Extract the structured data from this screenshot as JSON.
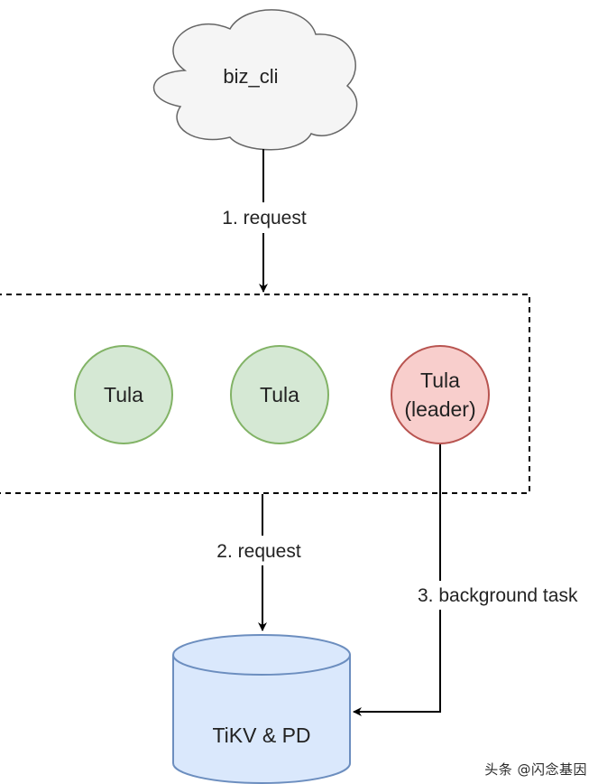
{
  "nodes": {
    "client": {
      "label": "biz_cli"
    },
    "tula_1": {
      "label": "Tula"
    },
    "tula_2": {
      "label": "Tula"
    },
    "tula_leader": {
      "line1": "Tula",
      "line2": "(leader)"
    },
    "storage": {
      "label": "TiKV & PD"
    }
  },
  "edges": {
    "request_1": {
      "label": "1. request"
    },
    "request_2": {
      "label": "2. request"
    },
    "background_task": {
      "label": "3. background task"
    }
  },
  "watermark": {
    "text": "头条 @闪念基因"
  },
  "colors": {
    "cloud_fill": "#f5f5f5",
    "cloud_stroke": "#666666",
    "tula_fill": "#d5e8d4",
    "tula_stroke": "#82b366",
    "leader_fill": "#f8cecc",
    "leader_stroke": "#b85450",
    "db_fill": "#dae8fc",
    "db_stroke": "#6c8ebf",
    "line": "#000000"
  }
}
